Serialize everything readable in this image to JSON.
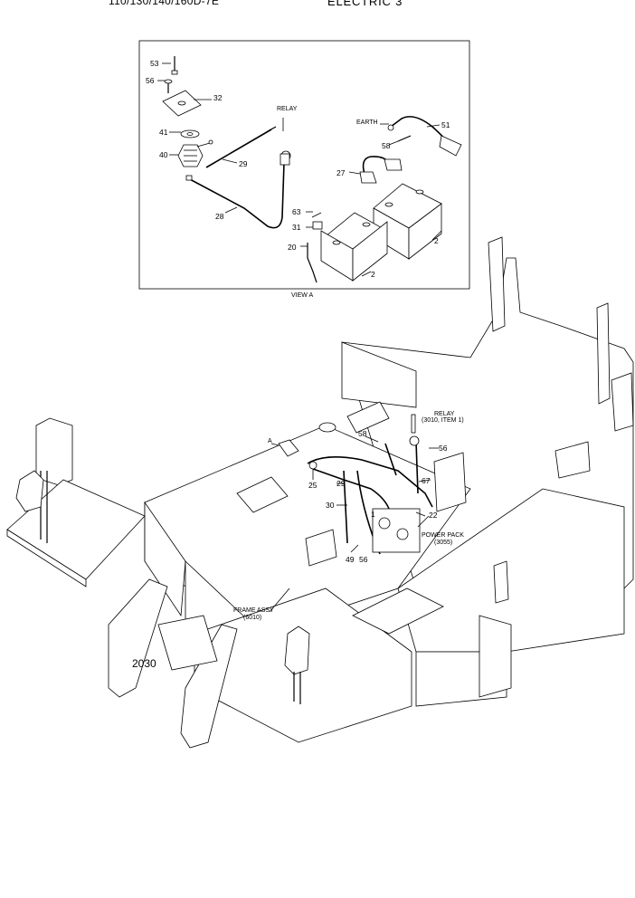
{
  "header": {
    "model": "110/130/140/160D-7E",
    "section": "ELECTRIC 3"
  },
  "page_code": "2030",
  "view_a": {
    "caption": "VIEW A",
    "labels": {
      "p53": "53",
      "p56": "56",
      "p32": "32",
      "p41": "41",
      "p40": "40",
      "p29": "29",
      "p28": "28",
      "relay": "RELAY",
      "earth": "EARTH",
      "p51": "51",
      "p58": "58",
      "p27": "27",
      "p63": "63",
      "p31": "31",
      "p20": "20",
      "p2a": "2",
      "p2b": "2"
    }
  },
  "main": {
    "labels": {
      "arrow_a": "A",
      "p58": "58",
      "relay_ref_1": "RELAY",
      "relay_ref_2": "(3010, ITEM 1)",
      "p56a": "56",
      "p67": "67",
      "p25": "25",
      "p29": "29",
      "p30": "30",
      "p1": "1",
      "p22": "22",
      "powerpack_1": "POWER PACK",
      "powerpack_2": "(3055)",
      "p49": "49",
      "p56b": "56",
      "frame_1": "FRAME ASSY",
      "frame_2": "(6010)"
    }
  }
}
